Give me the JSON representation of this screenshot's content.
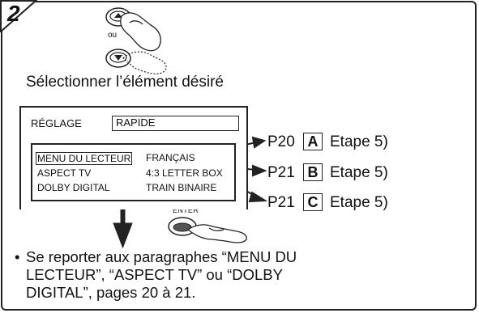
{
  "step": {
    "number": "2"
  },
  "buttons": {
    "or_label": "ou",
    "enter_label": "ENTER"
  },
  "instruction": "Sélectionner l’élément désiré",
  "screen": {
    "header_label": "RÉGLAGE",
    "header_value": "RAPIDE",
    "rows": [
      {
        "item": "MENU DU LECTEUR",
        "value": "FRANÇAIS"
      },
      {
        "item": "ASPECT TV",
        "value": "4:3 LETTER BOX"
      },
      {
        "item": "DOLBY DIGITAL",
        "value": "TRAIN BINAIRE"
      }
    ]
  },
  "references": [
    {
      "page": "P20",
      "letter": "A",
      "step": "Etape 5)"
    },
    {
      "page": "P21",
      "letter": "B",
      "step": "Etape 5)"
    },
    {
      "page": "P21",
      "letter": "C",
      "step": "Etape 5)"
    }
  ],
  "note": {
    "bullet": "•",
    "text": "Se reporter aux paragraphes “MENU DU LECTEUR”, “ASPECT TV” ou “DOLBY DIGITAL”, pages 20 à 21."
  }
}
